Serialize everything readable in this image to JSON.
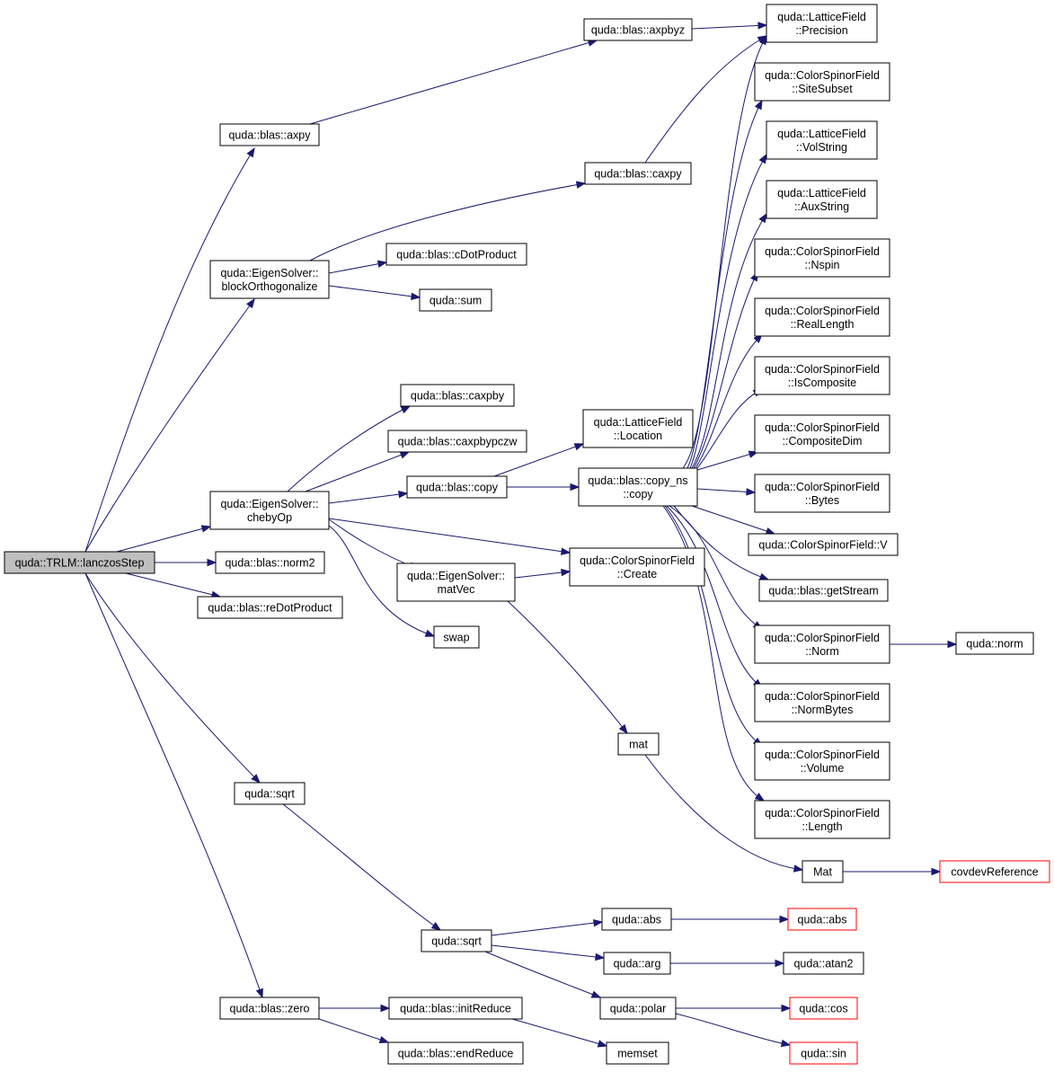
{
  "diagram": {
    "nodes": {
      "lanczos": "quda::TRLM::lanczosStep",
      "axpy": "quda::blas::axpy",
      "axpbyz": "quda::blas::axpbyz",
      "precision": [
        "quda::LatticeField",
        "::Precision"
      ],
      "siteSubset": [
        "quda::ColorSpinorField",
        "::SiteSubset"
      ],
      "volString": [
        "quda::LatticeField",
        "::VolString"
      ],
      "auxString": [
        "quda::LatticeField",
        "::AuxString"
      ],
      "nspin": [
        "quda::ColorSpinorField",
        "::Nspin"
      ],
      "realLength": [
        "quda::ColorSpinorField",
        "::RealLength"
      ],
      "isComposite": [
        "quda::ColorSpinorField",
        "::IsComposite"
      ],
      "compositeDim": [
        "quda::ColorSpinorField",
        "::CompositeDim"
      ],
      "bytes": [
        "quda::ColorSpinorField",
        "::Bytes"
      ],
      "csfV": "quda::ColorSpinorField::V",
      "getStream": "quda::blas::getStream",
      "csfNorm": [
        "quda::ColorSpinorField",
        "::Norm"
      ],
      "qudaNorm": "quda::norm",
      "normBytes": [
        "quda::ColorSpinorField",
        "::NormBytes"
      ],
      "volume": [
        "quda::ColorSpinorField",
        "::Volume"
      ],
      "length": [
        "quda::ColorSpinorField",
        "::Length"
      ],
      "caxpy": "quda::blas::caxpy",
      "blockOrtho": [
        "quda::EigenSolver::",
        "blockOrthogonalize"
      ],
      "cDotProduct": "quda::blas::cDotProduct",
      "sum": "quda::sum",
      "caxpby": "quda::blas::caxpby",
      "location": [
        "quda::LatticeField",
        "::Location"
      ],
      "caxpbypczw": "quda::blas::caxpbypczw",
      "copy": "quda::blas::copy",
      "copyNs": [
        "quda::blas::copy_ns",
        "::copy"
      ],
      "chebyOp": [
        "quda::EigenSolver::",
        "chebyOp"
      ],
      "create": [
        "quda::ColorSpinorField",
        "::Create"
      ],
      "norm2": "quda::blas::norm2",
      "reDot": "quda::blas::reDotProduct",
      "matVec": [
        "quda::EigenSolver::",
        "matVec"
      ],
      "swap": "swap",
      "mat": "mat",
      "sqrt1": "quda::sqrt",
      "Mat": "Mat",
      "covdev": "covdevReference",
      "abs1": "quda::abs",
      "abs2": "quda::abs",
      "sqrt2": "quda::sqrt",
      "arg": "quda::arg",
      "atan2": "quda::atan2",
      "zero": "quda::blas::zero",
      "initReduce": "quda::blas::initReduce",
      "polar": "quda::polar",
      "cos": "quda::cos",
      "endReduce": "quda::blas::endReduce",
      "memset": "memset",
      "sin": "quda::sin"
    },
    "colors": {
      "edge": "#191970",
      "root_fill": "#bfbfbf",
      "external_border": "#ff0000"
    }
  }
}
